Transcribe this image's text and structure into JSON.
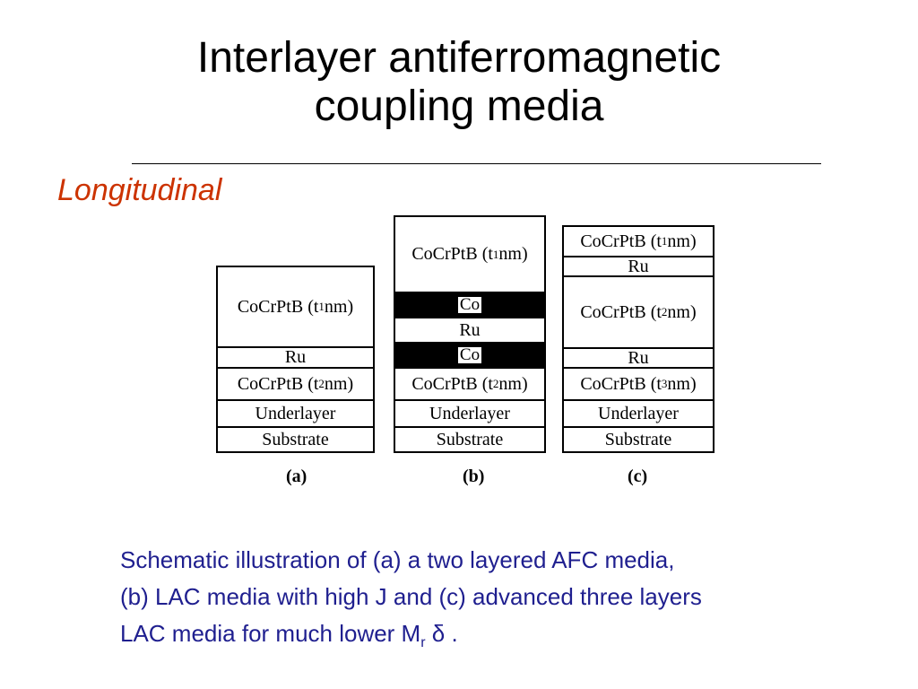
{
  "slide": {
    "title_line1": "Interlayer antiferromagnetic",
    "title_line2": "coupling media",
    "subtitle": "Longitudinal",
    "subtitle_color": "#cc3300",
    "caption_color": "#1f1f8f"
  },
  "diagram": {
    "a": {
      "label": "(a)",
      "layers": [
        "CoCrPtB (t1 nm)",
        "Ru",
        "CoCrPtB (t2 nm)",
        "Underlayer",
        "Substrate"
      ]
    },
    "b": {
      "label": "(b)",
      "layers": [
        "CoCrPtB (t1 nm)",
        "Co",
        "Ru",
        "Co",
        "CoCrPtB (t2 nm)",
        "Underlayer",
        "Substrate"
      ]
    },
    "c": {
      "label": "(c)",
      "layers": [
        "CoCrPtB (t1 nm)",
        "Ru",
        "CoCrPtB (t2 nm)",
        "Ru",
        "CoCrPtB (t3 nm)",
        "Underlayer",
        "Substrate"
      ]
    }
  },
  "caption": {
    "line1": "Schematic illustration of (a) a two layered AFC media,",
    "line2": "(b) LAC media with high J and (c) advanced three layers",
    "line3_pre": "LAC media for much lower M",
    "line3_sub": "r",
    "line3_post": " δ ."
  }
}
